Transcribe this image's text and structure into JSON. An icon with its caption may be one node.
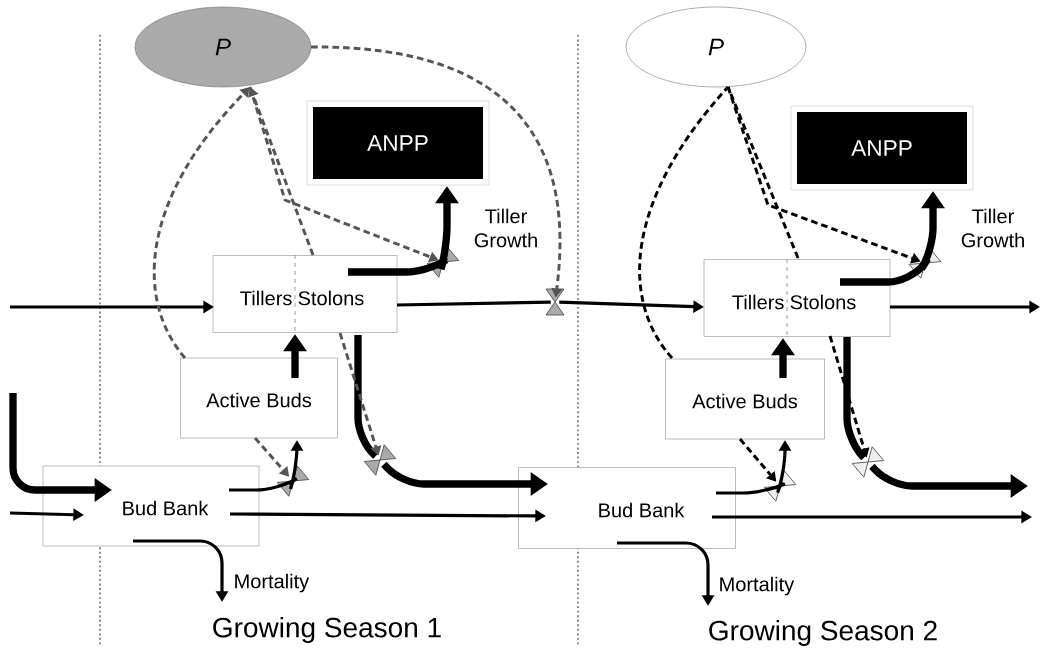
{
  "diagram": {
    "nodes": [
      {
        "text": [
          "P"
        ]
      },
      {
        "text": [
          "ANPP"
        ]
      },
      {
        "text": [
          "Tillers",
          "Stolons"
        ]
      },
      {
        "text": [
          "Active Buds"
        ]
      },
      {
        "text": [
          "Bud Bank"
        ]
      },
      {
        "text": [],
        "shape": "valve"
      },
      {
        "text": [],
        "shape": "valve"
      },
      {
        "text": [],
        "shape": "valve"
      },
      {
        "text": [],
        "shape": "valve"
      },
      {
        "text": [
          "P"
        ]
      },
      {
        "text": [
          "ANPP"
        ]
      },
      {
        "text": [
          "Tillers",
          "Stolons"
        ]
      },
      {
        "text": [
          "Active Buds"
        ]
      },
      {
        "text": [
          "Bud Bank"
        ]
      },
      {
        "text": [],
        "shape": "valve"
      },
      {
        "text": [],
        "shape": "valve"
      },
      {
        "text": [],
        "shape": "valve"
      }
    ],
    "edges": [
      {
        "from": null,
        "to": 2,
        "arrow": "to"
      },
      {
        "from": 2,
        "to": 8,
        "arrow": "none"
      },
      {
        "from": 8,
        "to": 11,
        "arrow": "to"
      },
      {
        "from": 2,
        "to": 5,
        "arrow": "none",
        "style": "thick"
      },
      {
        "from": 5,
        "to": 1,
        "arrow": "to",
        "style": "thick",
        "label": "Tiller Growth"
      },
      {
        "from": 3,
        "to": 2,
        "arrow": "to",
        "style": "thick"
      },
      {
        "from": 4,
        "to": 6,
        "arrow": "none"
      },
      {
        "from": 6,
        "to": 3,
        "arrow": "to"
      },
      {
        "from": 2,
        "to": 7,
        "arrow": "none",
        "style": "thick"
      },
      {
        "from": 7,
        "to": 13,
        "arrow": "to",
        "style": "thick"
      },
      {
        "from": 4,
        "to": 13,
        "arrow": "to"
      },
      {
        "from": null,
        "to": 4,
        "arrow": "to",
        "style": "thick"
      },
      {
        "from": null,
        "to": 4,
        "arrow": "to"
      },
      {
        "from": 4,
        "to": null,
        "arrow": "to",
        "label": "Mortality"
      },
      {
        "from": 11,
        "to": 14,
        "arrow": "none",
        "style": "thick"
      },
      {
        "from": 14,
        "to": 10,
        "arrow": "to",
        "style": "thick",
        "label": "Tiller Growth"
      },
      {
        "from": 12,
        "to": 11,
        "arrow": "to",
        "style": "thick"
      },
      {
        "from": 13,
        "to": 15,
        "arrow": "none"
      },
      {
        "from": 15,
        "to": 12,
        "arrow": "to"
      },
      {
        "from": 11,
        "to": 16,
        "arrow": "none",
        "style": "thick"
      },
      {
        "from": 16,
        "to": null,
        "arrow": "to",
        "style": "thick"
      },
      {
        "from": 11,
        "to": null,
        "arrow": "to"
      },
      {
        "from": 13,
        "to": null,
        "arrow": "to"
      },
      {
        "from": 13,
        "to": null,
        "arrow": "to",
        "label": "Mortality"
      },
      {
        "from": 3,
        "to": 0,
        "arrow": "to",
        "style": "dashed",
        "color": "#555555"
      },
      {
        "from": 2,
        "to": 0,
        "arrow": "to",
        "style": "dashed",
        "color": "#555555"
      },
      {
        "from": 0,
        "to": 5,
        "arrow": "to",
        "style": "dashed",
        "color": "#555555"
      },
      {
        "from": 0,
        "to": 8,
        "arrow": "to",
        "style": "dashed",
        "color": "#555555"
      },
      {
        "from": 2,
        "to": 7,
        "arrow": "to",
        "style": "dashed",
        "color": "#555555"
      },
      {
        "from": 3,
        "to": 6,
        "arrow": "to",
        "style": "dashed",
        "color": "#555555"
      },
      {
        "from": 12,
        "to": 9,
        "arrow": "none",
        "style": "dashed"
      },
      {
        "from": 11,
        "to": 9,
        "arrow": "none",
        "style": "dashed"
      },
      {
        "from": 9,
        "to": 14,
        "arrow": "to",
        "style": "dashed"
      },
      {
        "from": 11,
        "to": 16,
        "arrow": "to",
        "style": "dashed"
      },
      {
        "from": 12,
        "to": 15,
        "arrow": "to",
        "style": "dashed"
      }
    ],
    "labels": [
      "Growing Season 1",
      "Growing Season 2"
    ]
  }
}
